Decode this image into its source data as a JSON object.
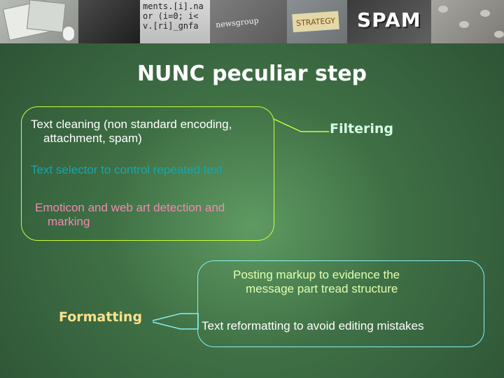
{
  "banner": {
    "code_lines": [
      "ments.[i].na",
      "or (i=0; i<",
      "v.[ri]_gnfa"
    ],
    "news_text": "newsgroup",
    "strategy_text": "STRATEGY",
    "spam_text": "SPAM"
  },
  "slide": {
    "title": "NUNC peculiar step",
    "filtering_label": "Filtering",
    "formatting_label": "Formatting",
    "text_cleaning": [
      "Text cleaning (non standard encoding,",
      "attachment, spam)"
    ],
    "text_selector": "Text selector to control repeated text",
    "emoticon": [
      "Emoticon and web art detection and",
      "marking"
    ],
    "posting_markup": [
      "Posting markup to evidence the",
      "message part tread structure"
    ],
    "text_reformatting": "Text reformatting to avoid editing mistakes"
  },
  "colors": {
    "background": "#3f7045",
    "filtering_border": "#c8ff3c",
    "formatting_border": "#86f0f0",
    "selector_text": "#1aa5ad",
    "emoticon_text": "#f08ab0",
    "posting_text": "#e2ffb0",
    "formatting_label": "#ffe28a"
  }
}
